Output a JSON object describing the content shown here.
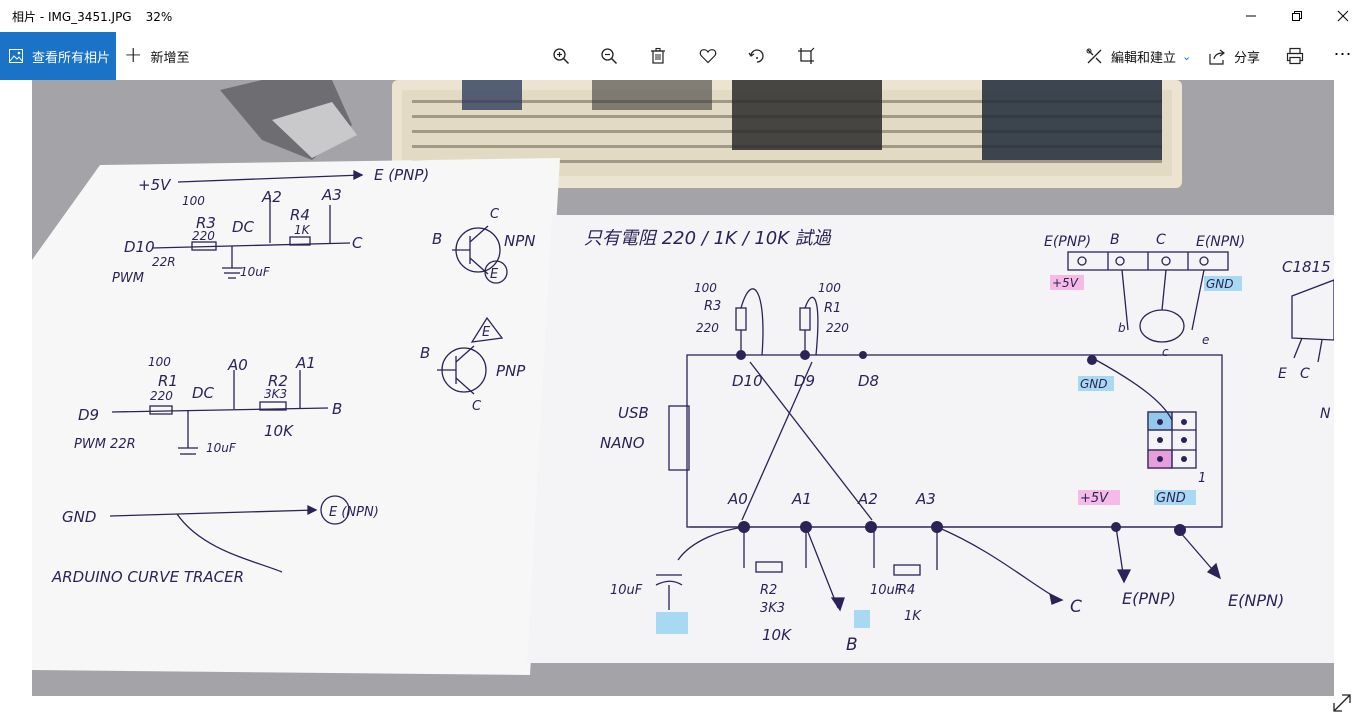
{
  "window": {
    "app_name": "相片",
    "separator": " - ",
    "file_name": "IMG_3451.JPG",
    "zoom": "32%"
  },
  "toolbar": {
    "all_photos_label": "查看所有相片",
    "add_to_label": "新增至",
    "edit_create_label": "編輯和建立",
    "share_label": "分享"
  },
  "photo": {
    "left_sheet": {
      "top_line": "+5V",
      "top_target": "E (PNP)",
      "r3": "R3",
      "r3_val": "220",
      "r3_old": "100",
      "dc1": "DC",
      "a2": "A2",
      "a3": "A3",
      "r4": "R4",
      "r4_val": "1K",
      "c_label": "C",
      "d10": "D10",
      "pwm1": "PWM",
      "pwm1_r": "22R",
      "cap1": "10uF",
      "npn_b": "B",
      "npn_c": "C",
      "npn_e": "E",
      "npn_label": "NPN",
      "pnp_b": "B",
      "pnp_c": "C",
      "pnp_e": "E",
      "pnp_label": "PNP",
      "r1": "R1",
      "r1_val": "220",
      "r1_old": "100",
      "dc2": "DC",
      "a0": "A0",
      "a1": "A1",
      "r2": "R2",
      "r2_val": "3K3",
      "r2_alt": "10K",
      "b_label": "B",
      "d9": "D9",
      "pwm2": "PWM 22R",
      "cap2": "10uF",
      "gnd": "GND",
      "gnd_target": "E (NPN)",
      "caption": "ARDUINO CURVE TRACER"
    },
    "right_sheet": {
      "header": "只有電阻 220 / 1K / 10K 試過",
      "pin_e_pnp": "E(PNP)",
      "pin_b": "B",
      "pin_c": "C",
      "pin_e_npn": "E(NPN)",
      "plus5v": "+5V",
      "gnd": "GND",
      "r3": "R3",
      "r3_val": "220",
      "r3_old": "100",
      "r1": "R1",
      "r1_val": "220",
      "r1_old": "100",
      "d10": "D10",
      "d9": "D9",
      "d8": "D8",
      "usb": "USB",
      "nano": "NANO",
      "gnd2": "GND",
      "a0": "A0",
      "a1": "A1",
      "a2": "A2",
      "a3": "A3",
      "plus5v_2": "+5V",
      "gnd3": "GND",
      "pin_one": "1",
      "cap_left": "10uF",
      "cap_right": "10uF",
      "r2": "R2",
      "r2_val": "3K3",
      "r2_alt": "10K",
      "r4": "R4",
      "r4_val": "1K",
      "out_b": "B",
      "out_c": "C",
      "out_e_pnp": "E(PNP)",
      "out_e_npn": "E(NPN)",
      "side_label": "C1815",
      "side_e": "E",
      "side_c": "C",
      "side_n": "N",
      "transistor_b": "b",
      "transistor_c": "c",
      "transistor_e": "e"
    }
  }
}
